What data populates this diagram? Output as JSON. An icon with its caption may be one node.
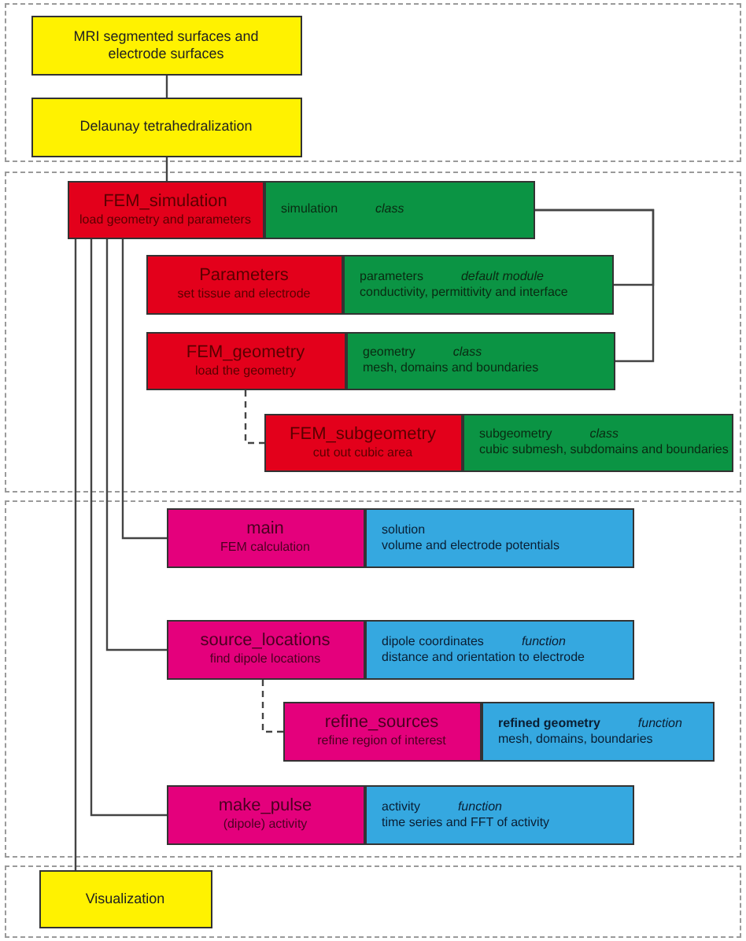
{
  "diagram": {
    "nodes": [
      {
        "text": [],
        "shape": "box"
      },
      {
        "text": [
          "MRI segmented surfaces and electrode surfaces"
        ],
        "in": 0
      },
      {
        "text": [
          "Delaunay tetrahedralization"
        ],
        "in": 0
      },
      {
        "text": [],
        "shape": "box"
      },
      {
        "text": [
          "FEM_simulation",
          "load geometry and parameters"
        ],
        "in": 3
      },
      {
        "text": [
          "simulation",
          "class"
        ],
        "in": 3
      },
      {
        "text": [
          "Parameters",
          "set tissue and electrode"
        ],
        "in": 3
      },
      {
        "text": [
          "parameters",
          "default module",
          "conductivity, permittivity and interface"
        ],
        "in": 3
      },
      {
        "text": [
          "FEM_geometry",
          "load the geometry"
        ],
        "in": 3
      },
      {
        "text": [
          "geometry",
          "class",
          "mesh, domains and boundaries"
        ],
        "in": 3
      },
      {
        "text": [
          "FEM_subgeometry",
          "cut out cubic area"
        ],
        "in": 3
      },
      {
        "text": [
          "subgeometry",
          "class",
          "cubic submesh, subdomains and boundaries"
        ],
        "in": 3
      },
      {
        "text": [],
        "shape": "box"
      },
      {
        "text": [
          "main",
          "FEM calculation"
        ],
        "in": 12
      },
      {
        "text": [
          "solution",
          "volume and electrode potentials"
        ],
        "in": 12
      },
      {
        "text": [
          "source_locations",
          "find dipole locations"
        ],
        "in": 12
      },
      {
        "text": [
          "dipole coordinates",
          "function",
          "distance and orientation to electrode"
        ],
        "in": 12
      },
      {
        "text": [
          "refine_sources",
          "refine region of interest"
        ],
        "in": 12
      },
      {
        "text": [
          "refined geometry",
          "function",
          "mesh, domains, boundaries"
        ],
        "in": 12
      },
      {
        "text": [
          "make_pulse",
          "(dipole) activity"
        ],
        "in": 12
      },
      {
        "text": [
          "activity",
          "function",
          "time series and FFT of activity"
        ],
        "in": 12
      },
      {
        "text": [],
        "shape": "box"
      },
      {
        "text": [
          "Visualization"
        ],
        "in": 21
      }
    ],
    "edges": [
      {
        "from": 1,
        "to": 2,
        "arrow": "none"
      },
      {
        "from": 2,
        "to": 4,
        "arrow": "none"
      },
      {
        "from": 5,
        "to": 7,
        "arrow": "none"
      },
      {
        "from": 5,
        "to": 9,
        "arrow": "none"
      },
      {
        "from": 8,
        "to": 10,
        "arrow": "none",
        "style": "dashed"
      },
      {
        "from": 4,
        "to": 13,
        "arrow": "none"
      },
      {
        "from": 4,
        "to": 15,
        "arrow": "none"
      },
      {
        "from": 4,
        "to": 19,
        "arrow": "none"
      },
      {
        "from": 4,
        "to": 22,
        "arrow": "none"
      },
      {
        "from": 15,
        "to": 17,
        "arrow": "none",
        "style": "dashed"
      }
    ]
  }
}
